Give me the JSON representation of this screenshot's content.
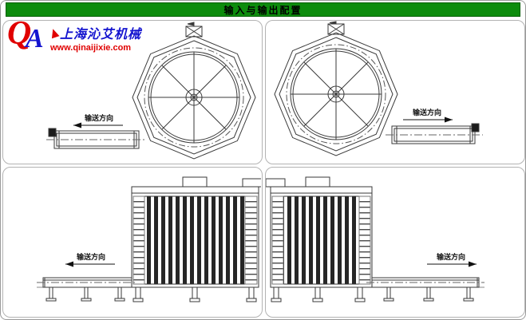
{
  "header": {
    "title": "输入与输出配置"
  },
  "logo": {
    "monogram_q": "Q",
    "monogram_a": "A",
    "company": "上海沁艾机械",
    "website": "www.qinaijixie.com"
  },
  "colors": {
    "header_bg": "#0d8c0d",
    "logo_red": "#e00000",
    "logo_blue": "#1414cf",
    "drawing_line": "#3a3a3a"
  },
  "panels": {
    "top_left": {
      "direction_label": "输送方向"
    },
    "top_right": {
      "direction_label": "输送方向"
    },
    "bottom_left": {
      "direction_label": "输送方向"
    },
    "bottom_right": {
      "direction_label": "输送方向"
    }
  }
}
